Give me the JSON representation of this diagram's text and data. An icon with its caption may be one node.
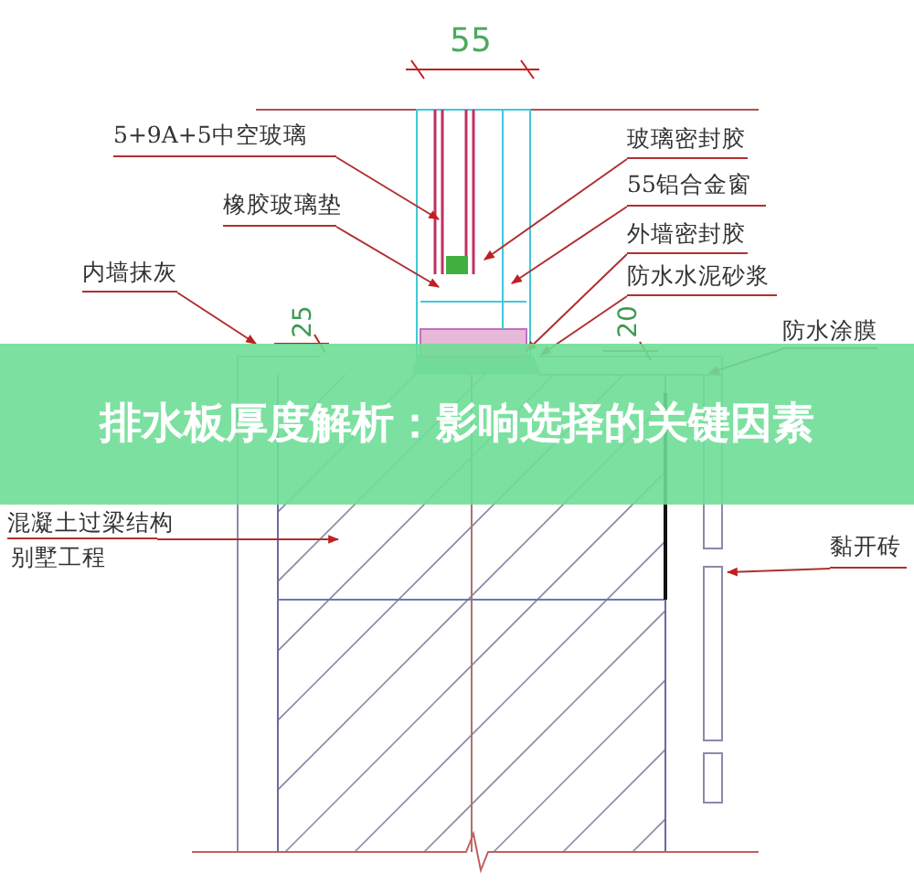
{
  "diagram": {
    "title": "排水板厚度解析：影响选择的关键因素",
    "nodes": [
      {
        "text": [
          "5+9A+5中空玻璃"
        ]
      },
      {
        "text": [
          "橡胶玻璃垫"
        ]
      },
      {
        "text": [
          "内墙抹灰"
        ]
      },
      {
        "text": [
          "玻璃密封胶"
        ]
      },
      {
        "text": [
          "55铝合金窗"
        ]
      },
      {
        "text": [
          "外墙密封胶"
        ]
      },
      {
        "text": [
          "防水水泥砂浆"
        ]
      },
      {
        "text": [
          "防水涂膜"
        ]
      },
      {
        "text": [
          "混凝土过梁结构"
        ]
      },
      {
        "text": [
          "黏开砖"
        ]
      }
    ],
    "edges": [
      {
        "from": 0,
        "to": null,
        "arrow": "to"
      },
      {
        "from": 1,
        "to": null,
        "arrow": "to"
      },
      {
        "from": 2,
        "to": null,
        "arrow": "to"
      },
      {
        "from": 3,
        "to": null,
        "arrow": "to"
      },
      {
        "from": 4,
        "to": null,
        "arrow": "to"
      },
      {
        "from": 5,
        "to": null,
        "arrow": "to"
      },
      {
        "from": 6,
        "to": null,
        "arrow": "to"
      },
      {
        "from": 7,
        "to": null,
        "arrow": "to"
      },
      {
        "from": 8,
        "to": null,
        "arrow": "to"
      },
      {
        "from": 9,
        "to": null,
        "arrow": "to"
      }
    ],
    "labels": [
      "55",
      "25",
      "20",
      "别墅工程"
    ]
  }
}
